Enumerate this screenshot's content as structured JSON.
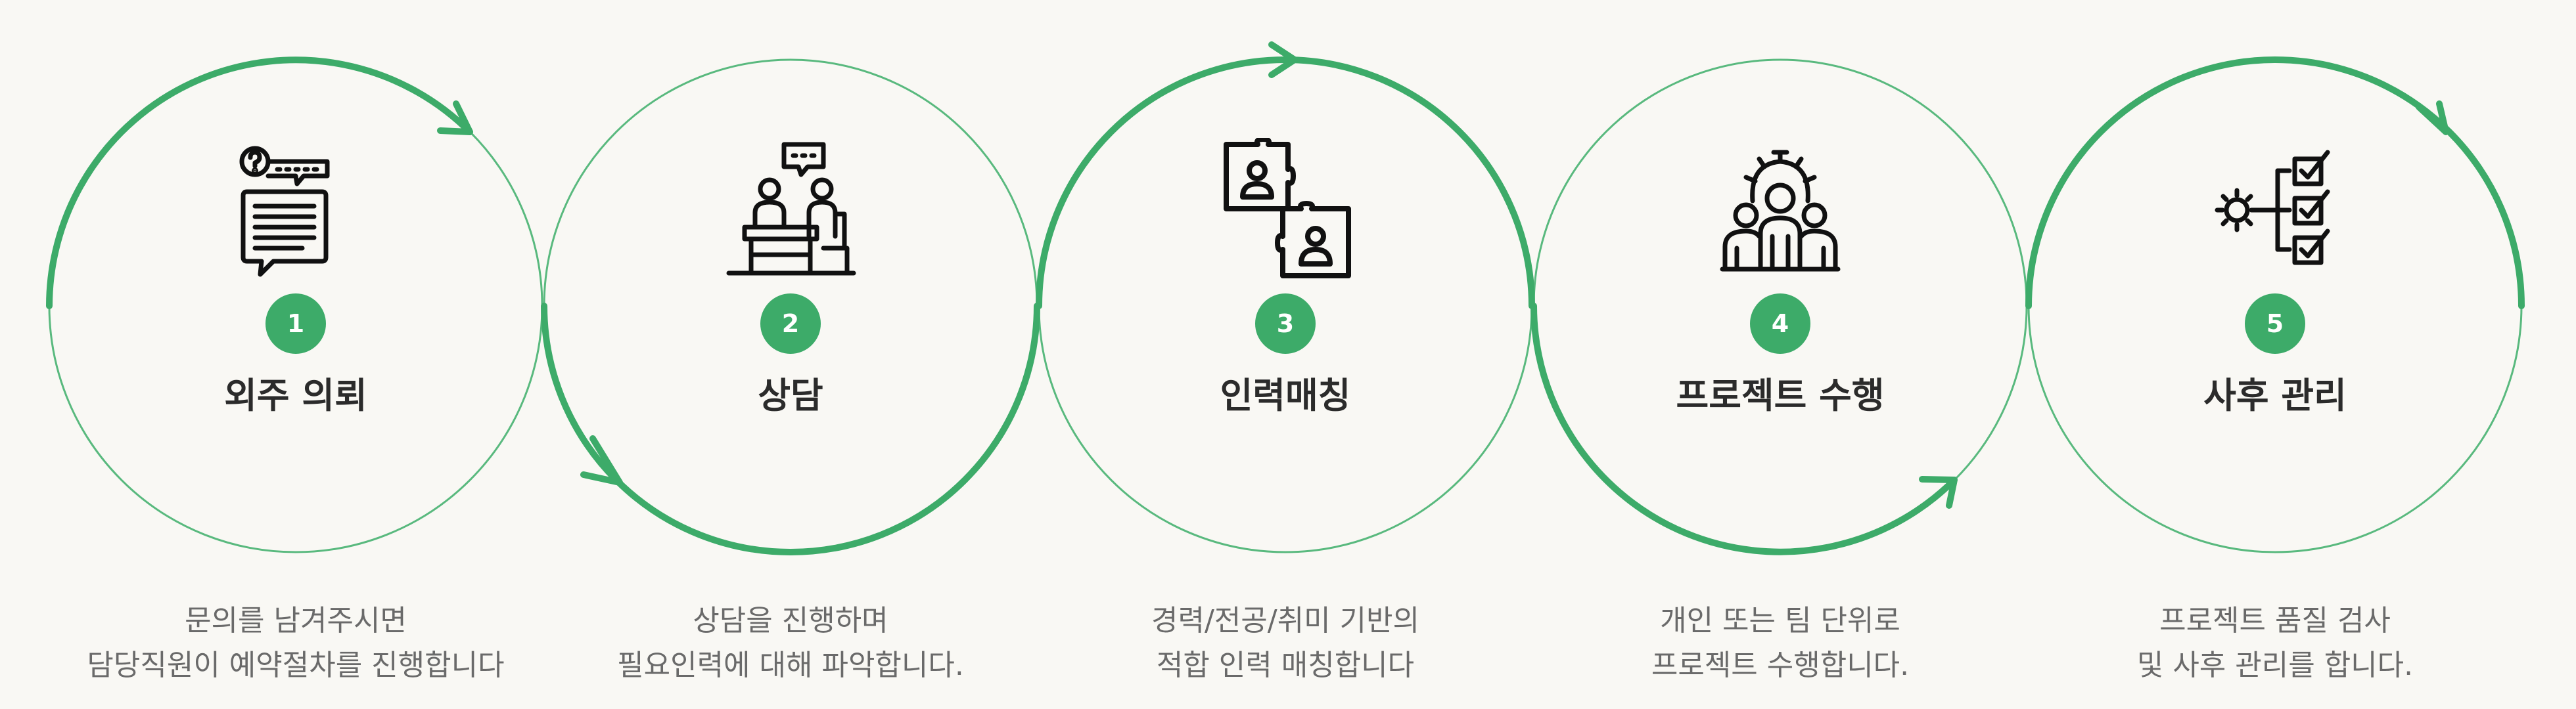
{
  "colors": {
    "accent": "#3dab69",
    "thin_ring": "#59b97e",
    "icon": "#111111",
    "title": "#2b2b2b",
    "description": "#6a6a6a",
    "background": "#f9f8f4"
  },
  "steps": [
    {
      "number": "1",
      "icon": "question-chat-document-icon",
      "title": "외주 의뢰",
      "desc_line1": "문의를 남겨주시면",
      "desc_line2": "담당직원이 예약절차를 진행합니다"
    },
    {
      "number": "2",
      "icon": "consultation-desk-icon",
      "title": "상담",
      "desc_line1": "상담을 진행하며",
      "desc_line2": "필요인력에 대해 파악합니다."
    },
    {
      "number": "3",
      "icon": "puzzle-people-icon",
      "title": "인력매칭",
      "desc_line1": "경력/전공/취미 기반의",
      "desc_line2": "적합 인력 매칭합니다"
    },
    {
      "number": "4",
      "icon": "team-gear-icon",
      "title": "프로젝트 수행",
      "desc_line1": "개인 또는 팀 단위로",
      "desc_line2": "프로젝트 수행합니다."
    },
    {
      "number": "5",
      "icon": "gear-checklist-icon",
      "title": "사후 관리",
      "desc_line1": "프로젝트 품질 검사",
      "desc_line2": "및 사후 관리를 합니다."
    }
  ]
}
